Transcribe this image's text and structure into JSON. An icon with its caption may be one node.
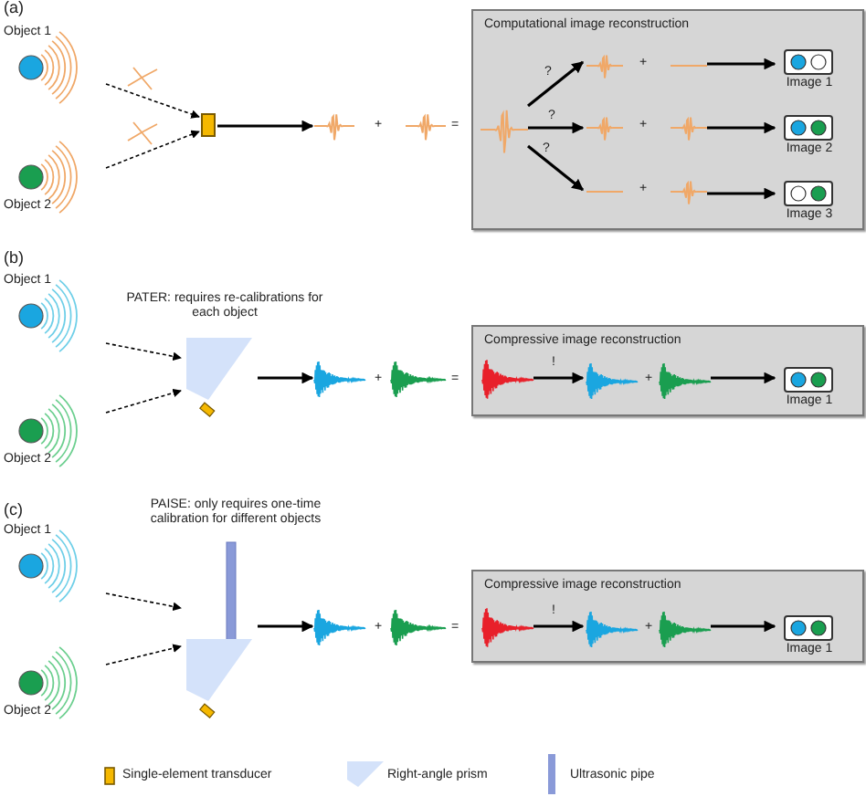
{
  "diagram": {
    "nodes": [
      {
        "text": [
          "Object 1"
        ]
      },
      {
        "text": [
          "Object 2"
        ]
      },
      {
        "text": [],
        "shape": "box"
      },
      {
        "text": [],
        "shape": "wave"
      },
      {
        "text": [
          "Computational image reconstruction"
        ]
      },
      {
        "text": [],
        "shape": "wave",
        "in": 4
      },
      {
        "text": [],
        "shape": "wave",
        "in": 4
      },
      {
        "text": [],
        "shape": "wave",
        "in": 4
      },
      {
        "text": [],
        "shape": "wave",
        "in": 4
      },
      {
        "text": [
          "Image 1"
        ],
        "in": 4
      },
      {
        "text": [
          "Image 2"
        ],
        "in": 4
      },
      {
        "text": [
          "Image 3"
        ],
        "in": 4
      },
      {
        "text": [
          "Object 1"
        ]
      },
      {
        "text": [
          "Object 2"
        ]
      },
      {
        "text": [],
        "shape": "prism"
      },
      {
        "text": [],
        "shape": "wave"
      },
      {
        "text": [
          "Compressive image reconstruction"
        ]
      },
      {
        "text": [],
        "shape": "wave",
        "in": 16
      },
      {
        "text": [],
        "shape": "wave",
        "in": 16
      },
      {
        "text": [
          "Image 1"
        ],
        "in": 16
      },
      {
        "text": [
          "Object 1"
        ]
      },
      {
        "text": [
          "Object 2"
        ]
      },
      {
        "text": [],
        "shape": "prism"
      },
      {
        "text": [],
        "shape": "wave"
      },
      {
        "text": [
          "Compressive image reconstruction"
        ]
      },
      {
        "text": [],
        "shape": "wave",
        "in": 24
      },
      {
        "text": [],
        "shape": "wave",
        "in": 24
      },
      {
        "text": [
          "Image 1"
        ],
        "in": 24
      }
    ],
    "edges": [
      {
        "from": 0,
        "to": 2,
        "arrow": "to",
        "style": "dashed"
      },
      {
        "from": 1,
        "to": 2,
        "arrow": "to",
        "style": "dashed"
      },
      {
        "from": 2,
        "to": 3,
        "arrow": "to"
      },
      {
        "from": 5,
        "to": 6,
        "arrow": "to",
        "label": "?"
      },
      {
        "from": 5,
        "to": 7,
        "arrow": "to",
        "label": "?"
      },
      {
        "from": 5,
        "to": 8,
        "arrow": "to",
        "label": "?"
      },
      {
        "from": 6,
        "to": 9,
        "arrow": "to"
      },
      {
        "from": 7,
        "to": 10,
        "arrow": "to"
      },
      {
        "from": 8,
        "to": 11,
        "arrow": "to"
      },
      {
        "from": 12,
        "to": 14,
        "arrow": "to",
        "style": "dashed"
      },
      {
        "from": 13,
        "to": 14,
        "arrow": "to",
        "style": "dashed"
      },
      {
        "from": 14,
        "to": 15,
        "arrow": "to"
      },
      {
        "from": 17,
        "to": 18,
        "arrow": "to",
        "label": "!"
      },
      {
        "from": 18,
        "to": 19,
        "arrow": "to"
      },
      {
        "from": 20,
        "to": 22,
        "arrow": "to",
        "style": "dashed"
      },
      {
        "from": 21,
        "to": 22,
        "arrow": "to",
        "style": "dashed"
      },
      {
        "from": 22,
        "to": 23,
        "arrow": "to"
      },
      {
        "from": 25,
        "to": 26,
        "arrow": "to",
        "label": "!"
      },
      {
        "from": 26,
        "to": 27,
        "arrow": "to"
      }
    ],
    "labels": [
      "(a)",
      "+",
      "=",
      "+",
      "+",
      "+",
      "(b)",
      "PATER: requires re-calibrations for each object",
      "+",
      "=",
      "+",
      "(c)",
      "PAISE: only requires one-time calibration for different objects",
      "+",
      "=",
      "+"
    ],
    "legend": [
      {
        "text": "Single-element transducer"
      },
      {
        "text": "Right-angle prism"
      },
      {
        "text": "Ultrasonic pipe"
      }
    ]
  }
}
